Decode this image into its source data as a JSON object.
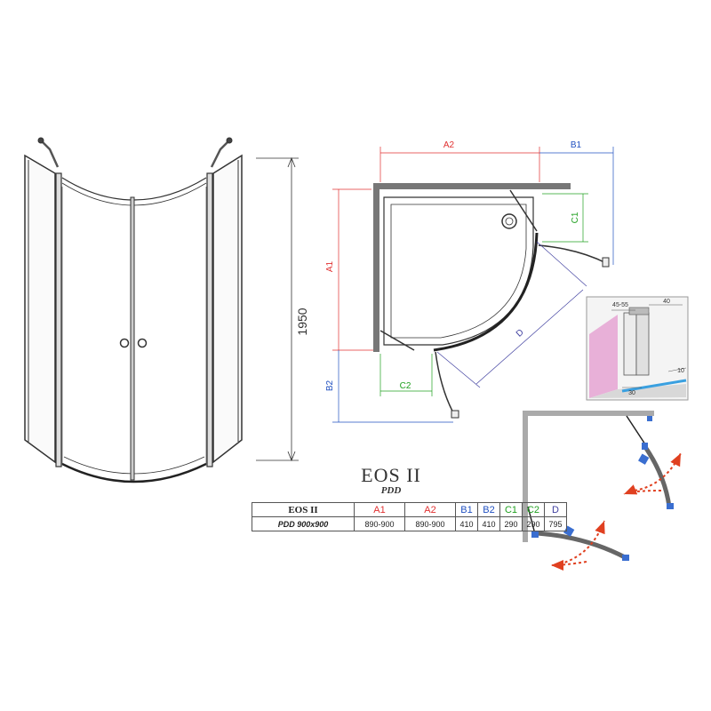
{
  "product": {
    "title": "EOS II",
    "subtitle": "PDD"
  },
  "elevation": {
    "height_label": "1950"
  },
  "plan": {
    "labels": {
      "A1": "A1",
      "A2": "A2",
      "B1": "B1",
      "B2": "B2",
      "C1": "C1",
      "C2": "C2",
      "D": "D"
    },
    "colors": {
      "A": "#e03030",
      "B": "#2050c0",
      "C": "#20a020",
      "D": "#4040a0"
    }
  },
  "detail": {
    "label_45_55": "45-55",
    "label_40": "40",
    "label_10": "10",
    "label_30": "30"
  },
  "spec_table": {
    "headers": [
      "EOS II",
      "A1",
      "A2",
      "B1",
      "B2",
      "C1",
      "C2",
      "D"
    ],
    "row": [
      "PDD 900x900",
      "890-900",
      "890-900",
      "410",
      "410",
      "290",
      "290",
      "795"
    ]
  }
}
